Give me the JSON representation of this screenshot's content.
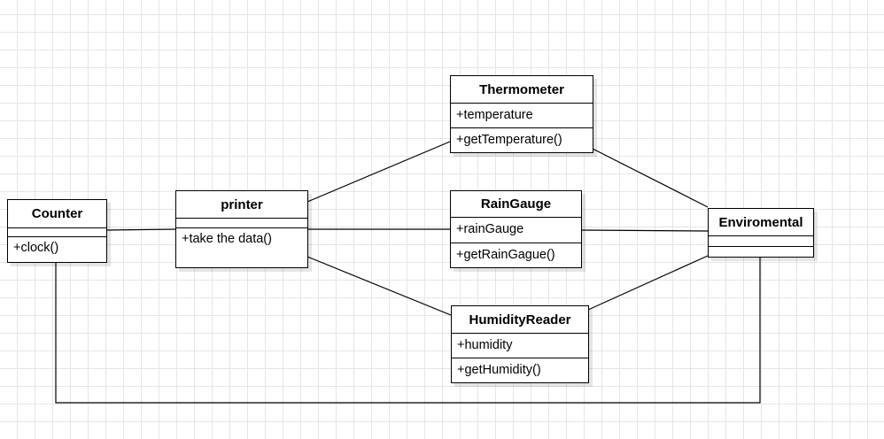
{
  "classes": {
    "counter": {
      "name": "Counter",
      "attributes": [],
      "operations": [
        "+clock()"
      ]
    },
    "printer": {
      "name": "printer",
      "attributes": [],
      "operations": [
        "+take the data()"
      ]
    },
    "thermometer": {
      "name": "Thermometer",
      "attributes": [
        "+temperature"
      ],
      "operations": [
        "+getTemperature()"
      ]
    },
    "raingauge": {
      "name": "RainGauge",
      "attributes": [
        "+rainGauge"
      ],
      "operations": [
        "+getRainGague()"
      ]
    },
    "humidityreader": {
      "name": "HumidityReader",
      "attributes": [
        "+humidity"
      ],
      "operations": [
        "+getHumidity()"
      ]
    },
    "enviromental": {
      "name": "Enviromental",
      "attributes": [],
      "operations": []
    }
  },
  "associations": [
    {
      "from": "counter",
      "to": "printer"
    },
    {
      "from": "printer",
      "to": "thermometer"
    },
    {
      "from": "printer",
      "to": "raingauge"
    },
    {
      "from": "printer",
      "to": "humidityreader"
    },
    {
      "from": "thermometer",
      "to": "enviromental"
    },
    {
      "from": "raingauge",
      "to": "enviromental"
    },
    {
      "from": "humidityreader",
      "to": "enviromental"
    },
    {
      "from": "counter",
      "to": "enviromental"
    }
  ],
  "style": {
    "line_color": "#000000",
    "box_border": "#000000",
    "grid_color": "#e6e6e6"
  }
}
